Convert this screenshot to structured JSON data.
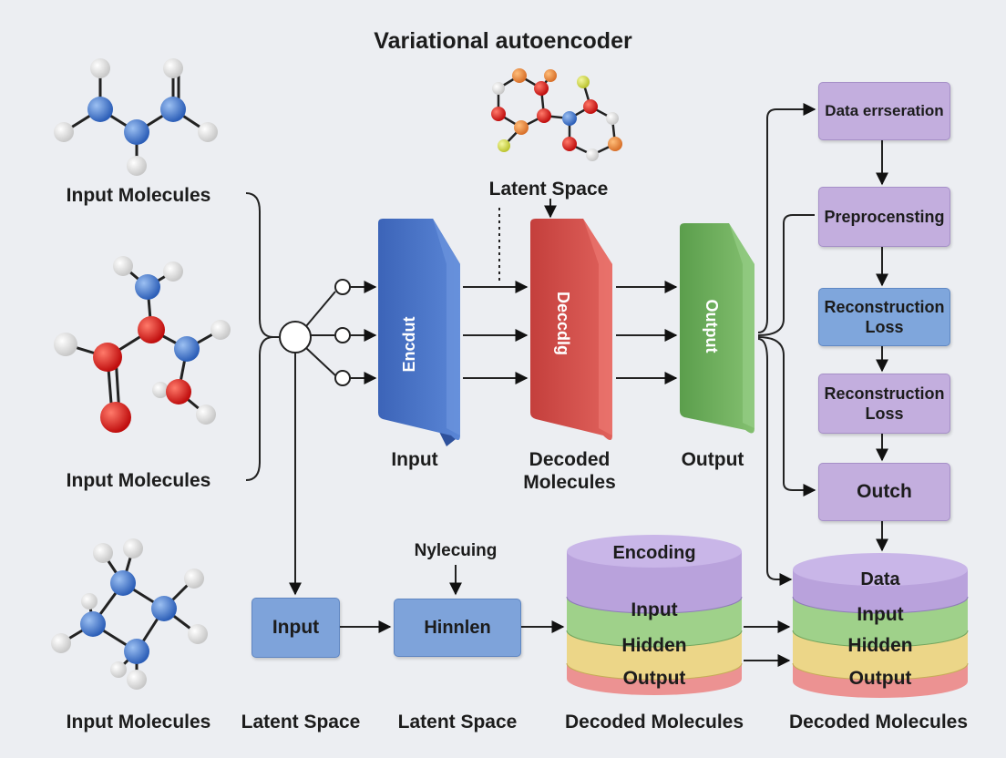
{
  "title": "Variational autoencoder",
  "colors": {
    "encoder_blue": "#4a72c2",
    "decoder_red": "#d2504c",
    "output_green": "#6aab5a",
    "purple_box": "#c3aede",
    "blue_box": "#7fa6dc",
    "layer_purple": "#b9a2dc",
    "layer_green": "#9fd18a",
    "layer_yellow": "#ecd688",
    "layer_red": "#ec9292",
    "atom_blue": "#3f78cf",
    "atom_red": "#e01c1c",
    "atom_orange": "#e8883a",
    "atom_yellow": "#d8e040",
    "atom_white": "#eeeeee"
  },
  "labels": {
    "input_molecules_1": "Input Molecules",
    "input_molecules_2": "Input Molecules",
    "input_molecules_3": "Input Molecules",
    "latent_space_top": "Latent Space",
    "input_under": "Input",
    "decoded_molecules_mid": "Decoded\nMolecules",
    "output_under": "Output",
    "nylecuing": "Nylecuing",
    "latent_space_b1": "Latent Space",
    "latent_space_b2": "Latent Space",
    "decoded_molecules_b1": "Decoded Molecules",
    "decoded_molecules_b2": "Decoded Molecules"
  },
  "blocks": {
    "encoder": "Encdut",
    "decoder": "Deccdlg",
    "output": "Output"
  },
  "pipeline": [
    "Data errseration",
    "Preprocensting",
    "Reconstruction\nLoss",
    "Reconstruction\nLoss",
    "Outch"
  ],
  "bottom_boxes": {
    "input": "Input",
    "hidden": "Hinnlen"
  },
  "stack_left": [
    "Encoding",
    "Input",
    "Hidden",
    "Output"
  ],
  "stack_right": [
    "Data",
    "Input",
    "Hidden",
    "Output"
  ]
}
